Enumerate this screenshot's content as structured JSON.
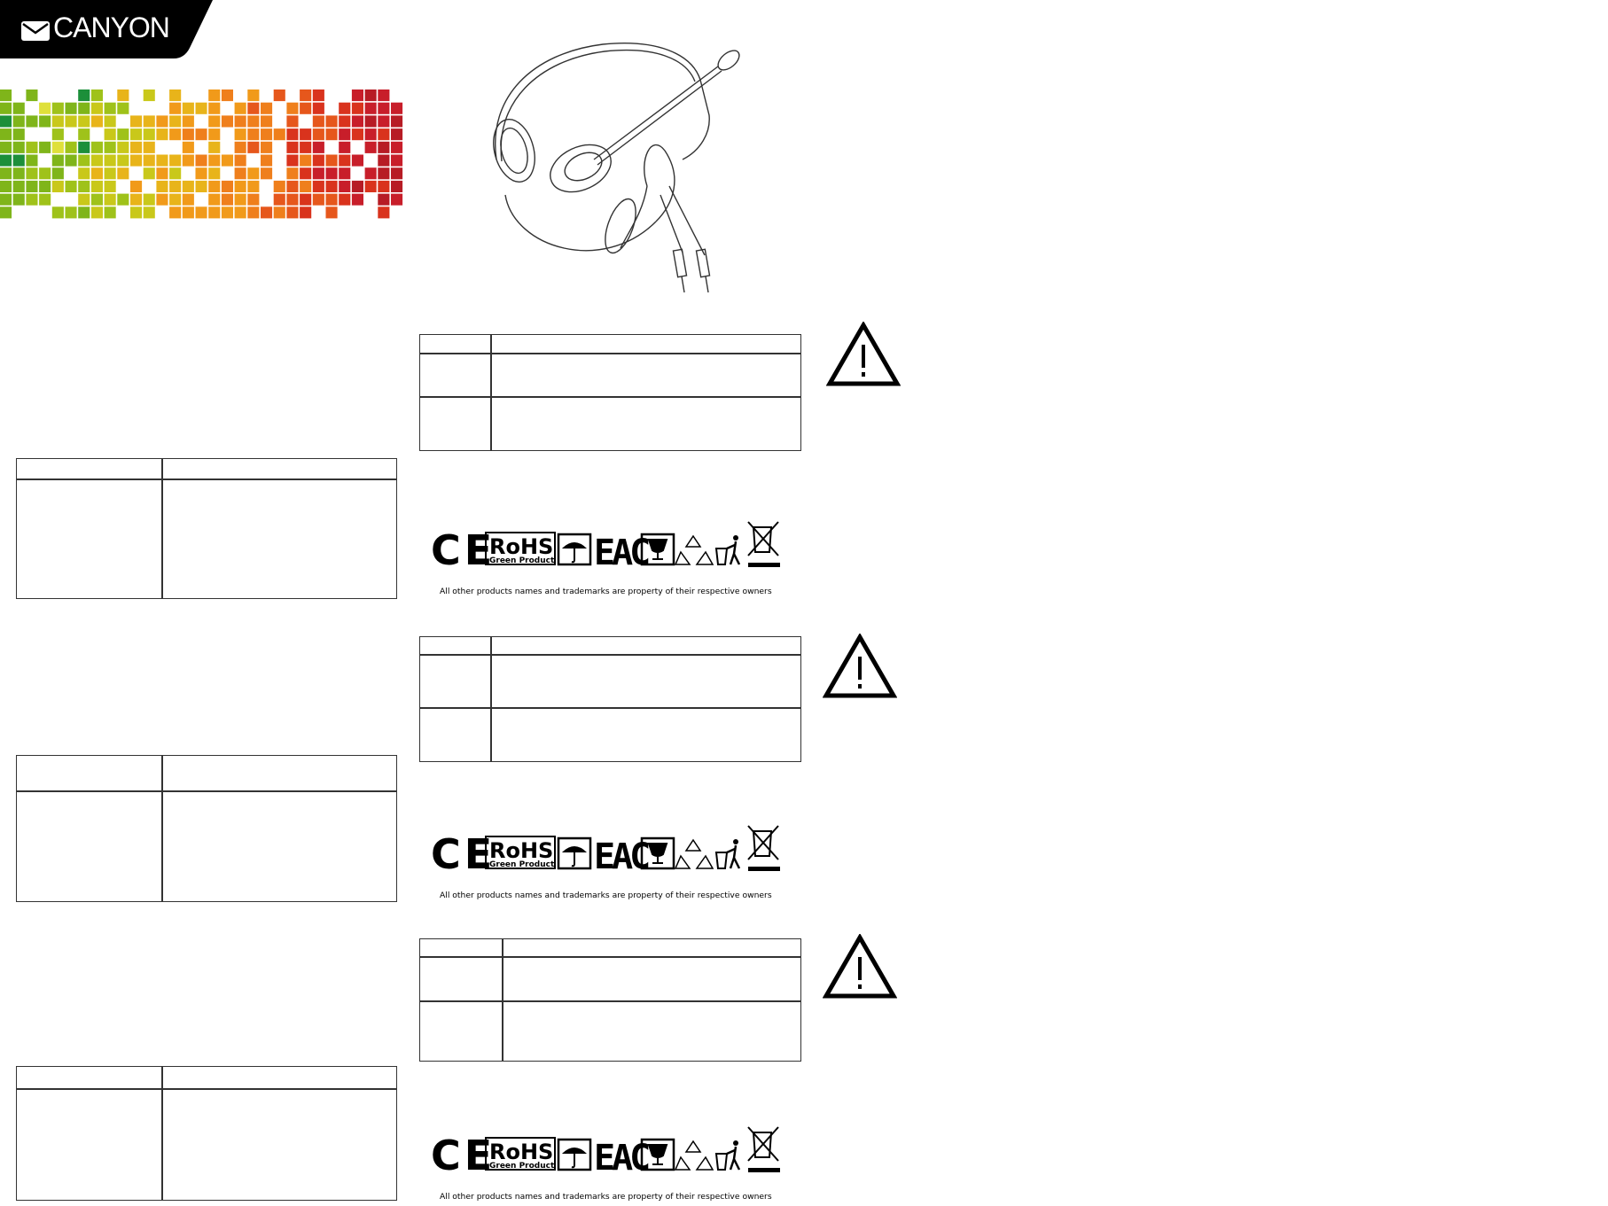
{
  "brand": {
    "logo_text": "CANYON",
    "banner_color": "#000000"
  },
  "icons": {
    "warning": "warning-triangle-icon",
    "envelope": "envelope-icon",
    "headset": "headset-illustration"
  },
  "certifications": {
    "ce": "CE",
    "rohs": "RoHS",
    "rohs_sub": "Green Product",
    "eac": "EAC",
    "caption": "All other products names and trademarks are property of their respective owners"
  },
  "mosaic_palette": [
    "#7fb51a",
    "#9fc21a",
    "#c9c81a",
    "#e8b41a",
    "#f19a1a",
    "#ef7f1c",
    "#e6571c",
    "#d9331d",
    "#c81e2a",
    "#b71c25",
    "#1c8f3a",
    "#dfe03b"
  ]
}
